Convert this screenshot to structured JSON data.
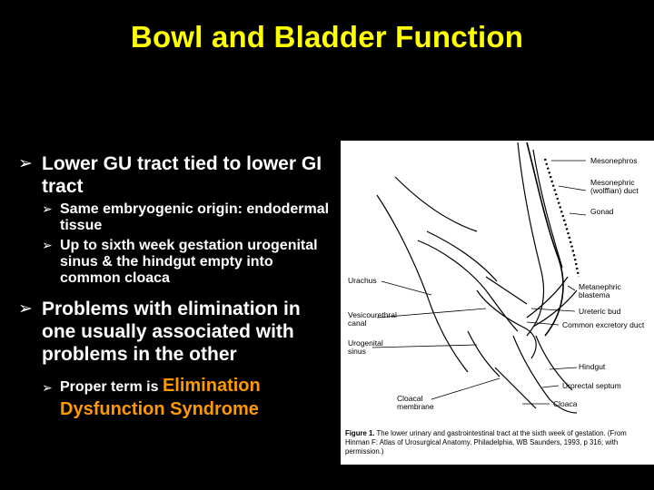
{
  "title": "Bowl and Bladder Function",
  "bullets": {
    "item1": {
      "text": "Lower GU tract tied to lower GI tract",
      "subs": [
        "Same embryogenic origin: endodermal tissue",
        "Up to sixth week gestation urogenital sinus & the hindgut empty into common cloaca"
      ]
    },
    "item2": {
      "text": "Problems with elimination in one usually associated with problems in the other",
      "sub_prefix": "Proper term is",
      "sub_highlight": "Elimination Dysfunction Syndrome"
    }
  },
  "figure": {
    "labels": {
      "mesonephros": "Mesonephros",
      "mesonephric_duct": "Mesonephric (wolffian) duct",
      "gonad": "Gonad",
      "urachus": "Urachus",
      "metanephric_blastema": "Metanephric blastema",
      "vesicourethral_canal": "Vesicourethral canal",
      "ureteric_bud": "Ureteric bud",
      "common_excretory_duct": "Common excretory duct",
      "urogenital_sinus": "Urogenital sinus",
      "hindgut": "Hindgut",
      "urorectal_septum": "Urorectal septum",
      "cloacal_membrane": "Cloacal membrane",
      "cloaca": "Cloaca"
    },
    "caption_bold": "Figure 1.",
    "caption_text": "The lower urinary and gastrointestinal tract at the sixth week of gestation. (From Hinman F: Atlas of Urosurgical Anatomy. Philadelphia, WB Saunders, 1993, p 316; with permission.)"
  }
}
